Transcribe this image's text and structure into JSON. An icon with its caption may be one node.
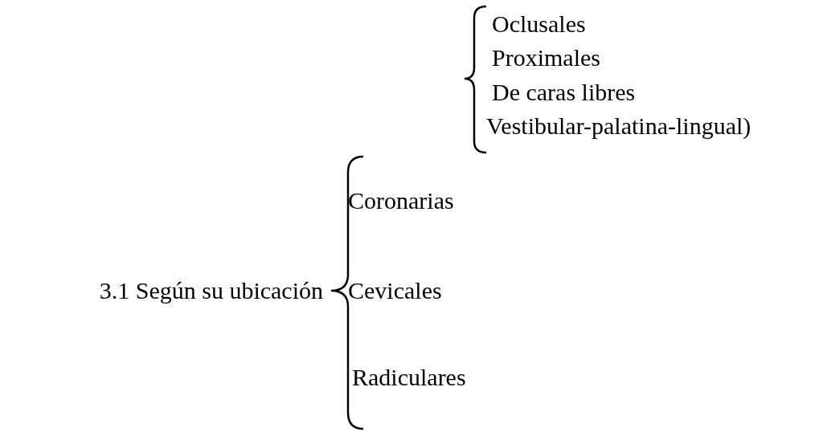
{
  "diagram": {
    "labels": [
      "Oclusales",
      "Proximales",
      "De caras libres",
      "Vestibular-palatina-lingual)",
      "Coronarias",
      "3.1 Según su ubicación",
      "Cevicales",
      "Radiculares"
    ]
  }
}
